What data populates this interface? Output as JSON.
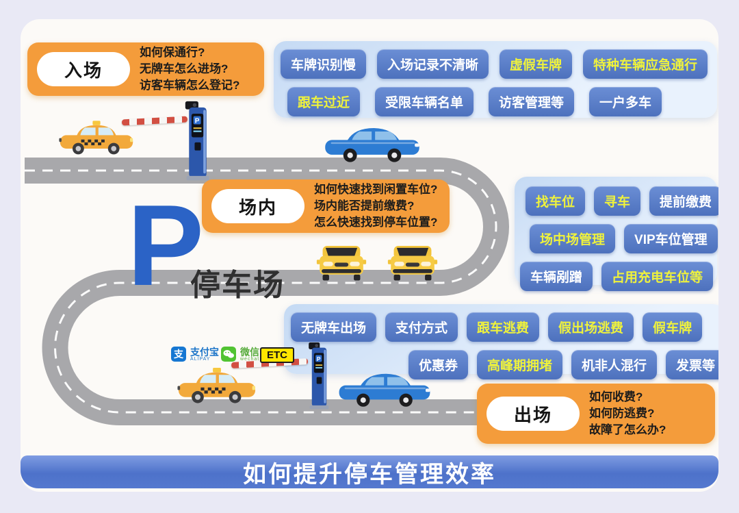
{
  "banner": {
    "title": "如何提升停车管理效率"
  },
  "parking_sign": {
    "letter": "P",
    "label": "停车场"
  },
  "kiosk": {
    "p": "P"
  },
  "sections": {
    "entry": {
      "title": "入场",
      "q1": "如何保通行?",
      "q2": "无牌车怎么进场?",
      "q3": "访客车辆怎么登记?"
    },
    "inside": {
      "title": "场内",
      "q1": "如何快速找到闲置车位?",
      "q2": "场内能否提前缴费?",
      "q3": "怎么快速找到停车位置?"
    },
    "exit": {
      "title": "出场",
      "q1": "如何收费?",
      "q2": "如何防逃费?",
      "q3": "故障了怎么办?"
    }
  },
  "entry_issues": {
    "items": [
      {
        "label": "车牌识别慢",
        "highlight": false
      },
      {
        "label": "入场记录不清晰",
        "highlight": false
      },
      {
        "label": "虚假车牌",
        "highlight": true
      },
      {
        "label": "特种车辆应急通行",
        "highlight": true
      },
      {
        "label": "跟车过近",
        "highlight": true
      },
      {
        "label": "受限车辆名单",
        "highlight": false
      },
      {
        "label": "访客管理等",
        "highlight": false
      },
      {
        "label": "一户多车",
        "highlight": false
      }
    ]
  },
  "inside_issues": {
    "items": [
      {
        "label": "找车位",
        "highlight": true
      },
      {
        "label": "寻车",
        "highlight": true
      },
      {
        "label": "提前缴费",
        "highlight": false
      },
      {
        "label": "场中场管理",
        "highlight": true
      },
      {
        "label": "VIP车位管理",
        "highlight": false
      },
      {
        "label": "车辆剐蹭",
        "highlight": false
      },
      {
        "label": "占用充电车位等",
        "highlight": true
      }
    ]
  },
  "exit_issues": {
    "items": [
      {
        "label": "无牌车出场",
        "highlight": false
      },
      {
        "label": "支付方式",
        "highlight": false
      },
      {
        "label": "跟车逃费",
        "highlight": true
      },
      {
        "label": "假出场逃费",
        "highlight": true
      },
      {
        "label": "假车牌",
        "highlight": true
      },
      {
        "label": "优惠券",
        "highlight": false
      },
      {
        "label": "高峰期拥堵",
        "highlight": true
      },
      {
        "label": "机非人混行",
        "highlight": false
      },
      {
        "label": "发票等",
        "highlight": false
      }
    ]
  },
  "payment": {
    "alipay_glyph": "支",
    "alipay": "支付宝",
    "alipay_sub": "ALIPAY",
    "wechat": "微信",
    "wechat_sub": "wechat",
    "etc": "ETC"
  },
  "colors": {
    "accent_orange": "#F49C3B",
    "pill_blue": "#5B7FC7",
    "highlight_yellow": "#EFF23C",
    "panel_light_blue": "#CFE1F7",
    "road_gray": "#A8A8AB",
    "p_blue": "#2B63C6",
    "banner_blue": "#4D72CA"
  }
}
